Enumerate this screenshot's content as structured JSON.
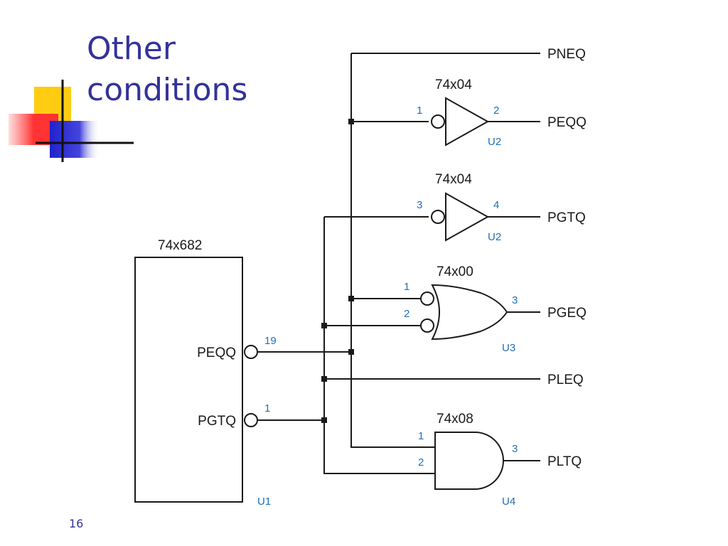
{
  "slide": {
    "title_line1": "Other",
    "title_line2": "conditions",
    "number": "16",
    "colors": {
      "title": "#333399",
      "pin_numbers": "#1f6fb5",
      "wire": "#1a1a1a"
    }
  },
  "diagram": {
    "comparator": {
      "part": "74x682",
      "ref": "U1",
      "pin_peqq_label": "PEQQ",
      "pin_peqq_num": "19",
      "pin_pgtq_label": "PGTQ",
      "pin_pgtq_num": "1"
    },
    "inverter1": {
      "part": "74x04",
      "ref": "U2",
      "in_pin": "1",
      "out_pin": "2"
    },
    "inverter2": {
      "part": "74x04",
      "ref": "U2",
      "in_pin": "3",
      "out_pin": "4"
    },
    "or_gate": {
      "part": "74x00",
      "ref": "U3",
      "in1_pin": "1",
      "in2_pin": "2",
      "out_pin": "3"
    },
    "and_gate": {
      "part": "74x08",
      "ref": "U4",
      "in1_pin": "1",
      "in2_pin": "2",
      "out_pin": "3"
    },
    "outputs": {
      "pneq": "PNEQ",
      "peqq": "PEQQ",
      "pgtq": "PGTQ",
      "pgeq": "PGEQ",
      "pleq": "PLEQ",
      "pltq": "PLTQ"
    }
  }
}
